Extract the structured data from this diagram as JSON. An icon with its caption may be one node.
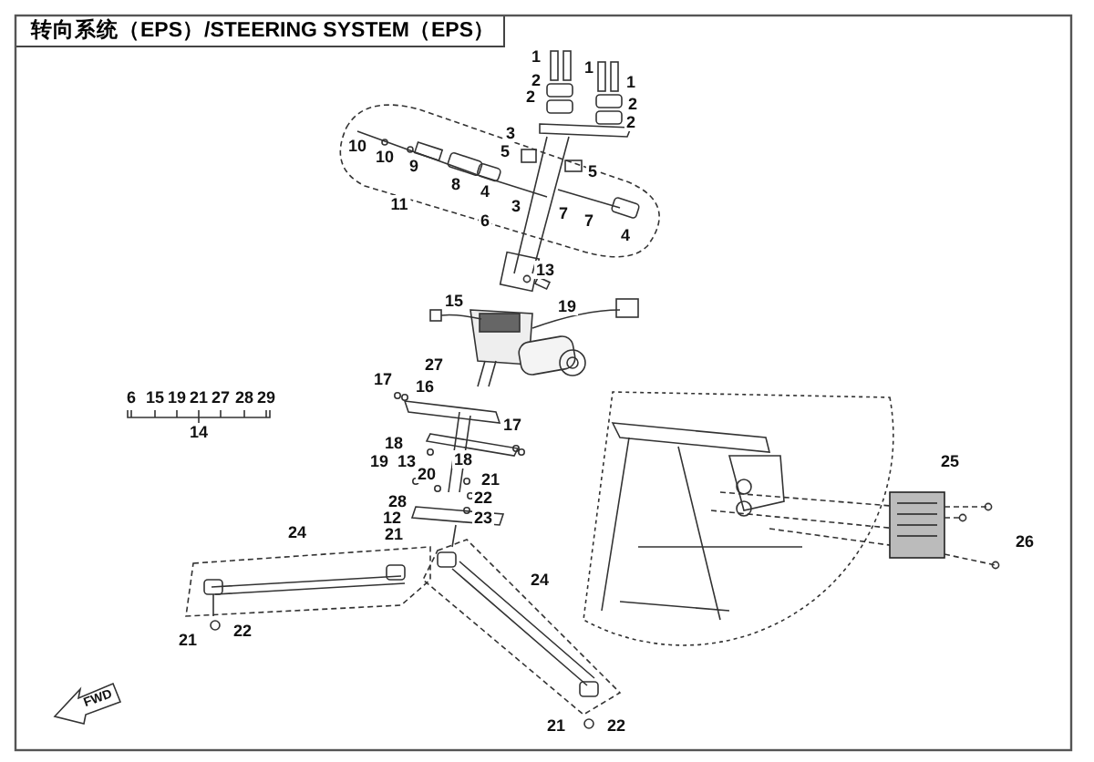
{
  "diagram": {
    "title": "转向系统（EPS）/STEERING SYSTEM（EPS）",
    "labels": [
      "1",
      "1",
      "1",
      "2",
      "2",
      "2",
      "2",
      "3",
      "5",
      "10",
      "10",
      "9",
      "8",
      "4",
      "5",
      "3",
      "7",
      "7",
      "4",
      "11",
      "6",
      "13",
      "19",
      "15",
      "27",
      "17",
      "16",
      "17",
      "18",
      "18",
      "19",
      "13",
      "20",
      "21",
      "22",
      "28",
      "23",
      "12",
      "21",
      "24",
      "22",
      "21",
      "24",
      "21",
      "22",
      "25",
      "26",
      "6",
      "15",
      "19",
      "21",
      "27",
      "28",
      "29",
      "14",
      "FWD"
    ]
  }
}
